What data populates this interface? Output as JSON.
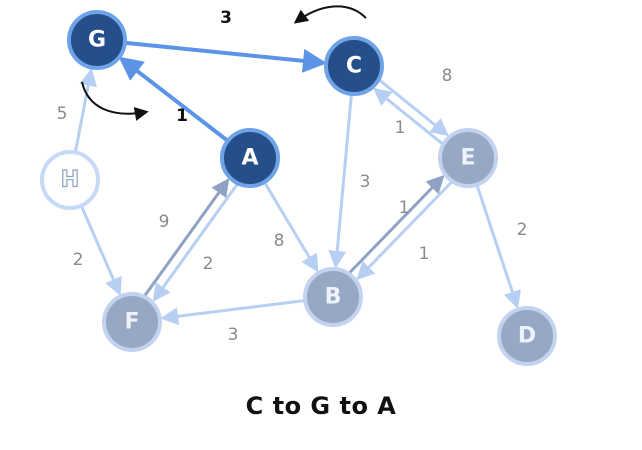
{
  "caption": "C to G to A",
  "colors": {
    "visited_fill": "#254f8a",
    "visited_ring": "#6fa3e8",
    "unvisited_fill": "#97a8c4",
    "unvisited_ring": "#c3d3ef",
    "empty_ring": "#c7daf5",
    "path_edge": "#5b94e6",
    "light_edge": "#b6cff2",
    "dark_edge": "#8fa2c3",
    "bold_weight": "#111111",
    "light_weight": "#8a8a8a",
    "arrow_mark": "#111111"
  },
  "nodes": [
    {
      "id": "G",
      "label": "G",
      "state": "visited"
    },
    {
      "id": "C",
      "label": "C",
      "state": "visited"
    },
    {
      "id": "A",
      "label": "A",
      "state": "visited"
    },
    {
      "id": "H",
      "label": "H",
      "state": "empty"
    },
    {
      "id": "E",
      "label": "E",
      "state": "unvisited"
    },
    {
      "id": "B",
      "label": "B",
      "state": "unvisited"
    },
    {
      "id": "F",
      "label": "F",
      "state": "unvisited"
    },
    {
      "id": "D",
      "label": "D",
      "state": "unvisited"
    }
  ],
  "edges": [
    {
      "from": "G",
      "to": "C",
      "weight": "3",
      "style": "path",
      "bold": true
    },
    {
      "from": "A",
      "to": "G",
      "weight": "1",
      "style": "path",
      "bold": true
    },
    {
      "from": "H",
      "to": "G",
      "weight": "5",
      "style": "light",
      "bold": false
    },
    {
      "from": "H",
      "to": "F",
      "weight": "2",
      "style": "light",
      "bold": false
    },
    {
      "from": "A",
      "to": "F",
      "weight": "9",
      "style": "light",
      "bold": false
    },
    {
      "from": "F",
      "to": "A",
      "weight": "2",
      "style": "dark",
      "bold": false
    },
    {
      "from": "A",
      "to": "B",
      "weight": "8",
      "style": "light",
      "bold": false
    },
    {
      "from": "C",
      "to": "B",
      "weight": "3",
      "style": "light",
      "bold": false
    },
    {
      "from": "C",
      "to": "E",
      "weight": "1",
      "style": "light",
      "bold": false
    },
    {
      "from": "E",
      "to": "C",
      "weight": "8",
      "style": "light",
      "bold": false
    },
    {
      "from": "E",
      "to": "B",
      "weight": "1",
      "style": "light",
      "bold": false
    },
    {
      "from": "B",
      "to": "E",
      "weight": "1",
      "style": "dark",
      "bold": false
    },
    {
      "from": "E",
      "to": "D",
      "weight": "2",
      "style": "light",
      "bold": false
    },
    {
      "from": "B",
      "to": "F",
      "weight": "3",
      "style": "light",
      "bold": false
    }
  ]
}
